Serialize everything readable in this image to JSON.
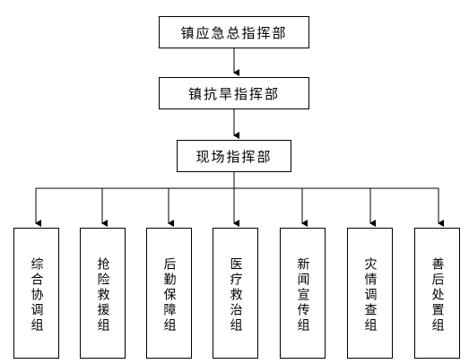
{
  "top_box": {
    "label": "镇应急总指挥部"
  },
  "middle_box": {
    "label": "镇抗旱指挥部"
  },
  "site_box": {
    "label": "现场指挥部"
  },
  "groups": [
    {
      "label": "综合协调组"
    },
    {
      "label": "抢险救援组"
    },
    {
      "label": "后勤保障组"
    },
    {
      "label": "医疗救治组"
    },
    {
      "label": "新闻宣传组"
    },
    {
      "label": "灾情调查组"
    },
    {
      "label": "善后处置组"
    }
  ]
}
